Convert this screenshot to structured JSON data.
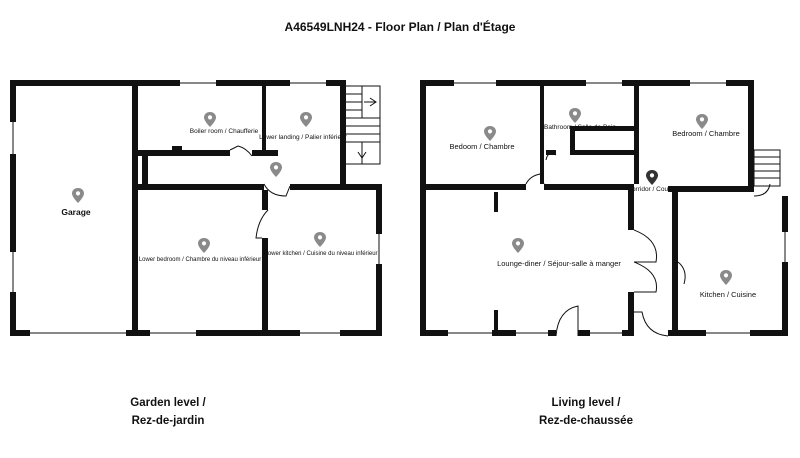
{
  "title": "A46549LNH24 - Floor Plan / Plan d'Étage",
  "levels": {
    "garden": {
      "label_line1": "Garden level /",
      "label_line2": "Rez-de-jardin",
      "rooms": {
        "garage": "Garage",
        "boiler_room": "Boiler room / Chaufferie",
        "lower_landing": "Lower landing / Palier inférieur",
        "lower_bedroom": "Lower bedroom / Chambre du niveau inférieur",
        "lower_kitchen": "Lower kitchen / Cuisine du niveau inférieur"
      }
    },
    "living": {
      "label_line1": "Living level /",
      "label_line2": "Rez-de-chaussée",
      "rooms": {
        "bedroom_left": "Bedoom / Chambre",
        "bathroom": "Bathroom / Salle de Bain",
        "bedroom_right": "Bedroom / Chambre",
        "corridor": "Corridor / Couloir",
        "lounge": "Lounge-diner / Séjour-salle à manger",
        "kitchen": "Kitchen / Cuisine"
      }
    }
  },
  "colors": {
    "wall": "#111111",
    "pin": "#8a8a8a",
    "pin_active": "#333333"
  },
  "icons": [
    "location-pin-icon",
    "stairs-icon"
  ]
}
